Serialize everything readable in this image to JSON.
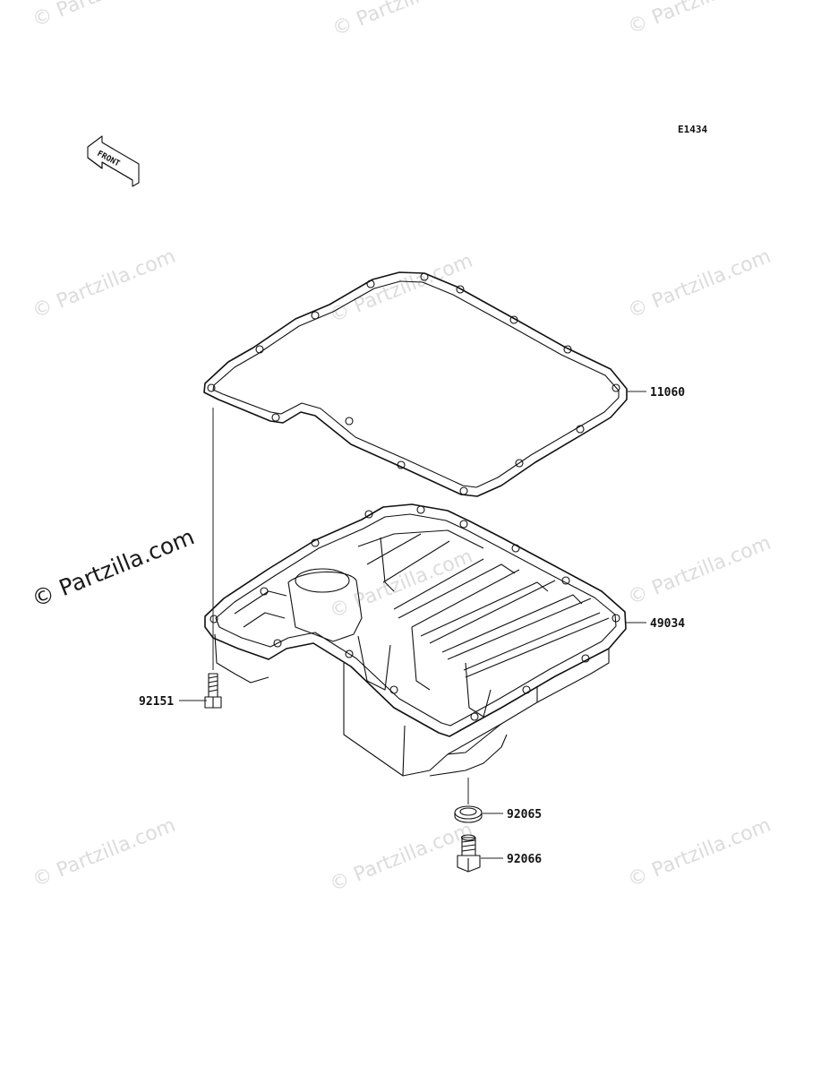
{
  "diagram_code": "E1434",
  "front_label": "FRONT",
  "watermark": {
    "text": "© Partzilla.com"
  },
  "parts": [
    {
      "part_number": "11060"
    },
    {
      "part_number": "49034"
    },
    {
      "part_number": "92151"
    },
    {
      "part_number": "92065"
    },
    {
      "part_number": "92066"
    }
  ]
}
